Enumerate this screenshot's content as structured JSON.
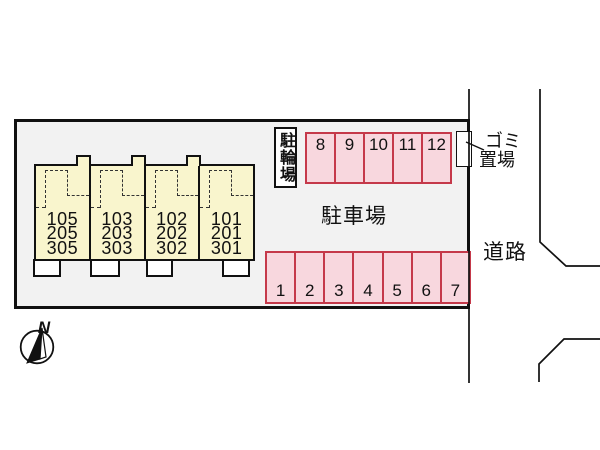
{
  "colors": {
    "line_black": "#111111",
    "site_fill": "#F2F2F2",
    "building_fill": "#F9F5CD",
    "parking_fill": "#F8D7DE",
    "parking_border": "#C5394A"
  },
  "labels": {
    "bicycle_parking": "駐輪場",
    "car_parking": "駐車場",
    "garbage_line1": "ゴミ",
    "garbage_line2": "置場",
    "road": "道路"
  },
  "building": {
    "units": [
      {
        "lines": [
          "105",
          "205",
          "305"
        ]
      },
      {
        "lines": [
          "103",
          "203",
          "303"
        ]
      },
      {
        "lines": [
          "102",
          "202",
          "302"
        ]
      },
      {
        "lines": [
          "101",
          "201",
          "301"
        ]
      }
    ]
  },
  "parking": {
    "top_row": [
      "8",
      "9",
      "10",
      "11",
      "12"
    ],
    "bottom_row": [
      "1",
      "2",
      "3",
      "4",
      "5",
      "6",
      "7"
    ]
  },
  "compass": {
    "north_label": "N"
  }
}
